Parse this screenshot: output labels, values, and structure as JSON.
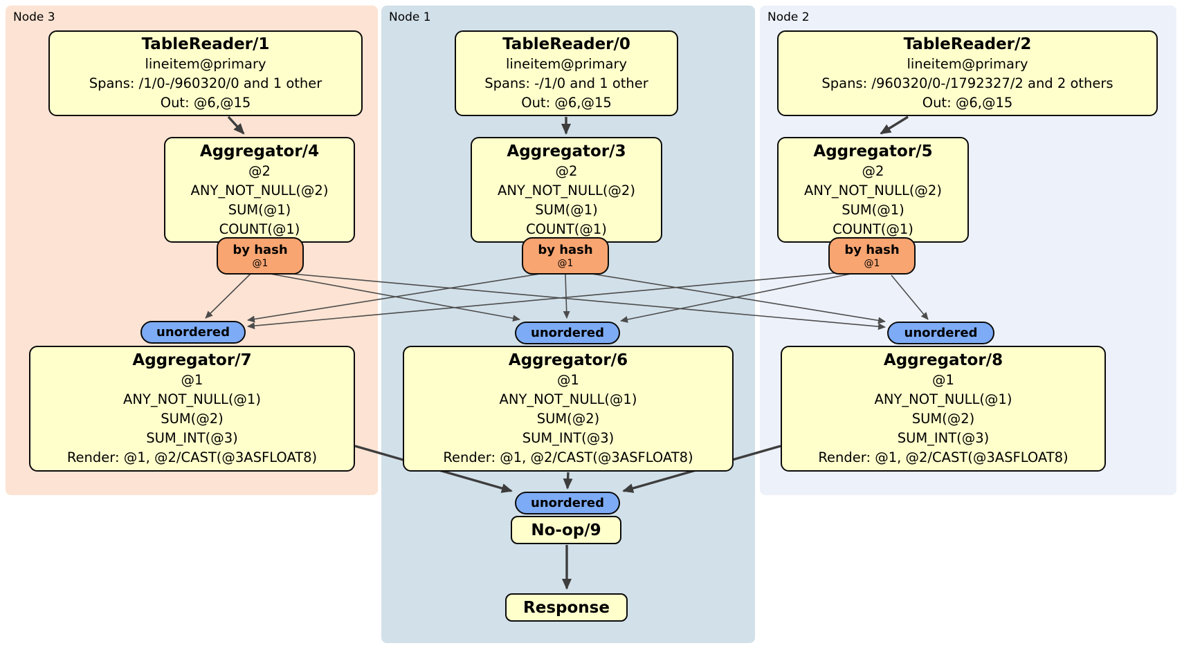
{
  "diagram": {
    "regions": [
      {
        "label": "Node 3"
      },
      {
        "label": "Node 1"
      },
      {
        "label": "Node 2"
      }
    ],
    "processors": {
      "tr1": {
        "title": "TableReader/1",
        "lines": [
          "lineitem@primary",
          "Spans: /1/0-/960320/0 and 1 other",
          "Out: @6,@15"
        ]
      },
      "tr0": {
        "title": "TableReader/0",
        "lines": [
          "lineitem@primary",
          "Spans: -/1/0 and 1 other",
          "Out: @6,@15"
        ]
      },
      "tr2": {
        "title": "TableReader/2",
        "lines": [
          "lineitem@primary",
          "Spans: /960320/0-/1792327/2 and 2 others",
          "Out: @6,@15"
        ]
      },
      "agg4": {
        "title": "Aggregator/4",
        "lines": [
          "@2",
          "ANY_NOT_NULL(@2)",
          "SUM(@1)",
          "COUNT(@1)"
        ]
      },
      "agg3": {
        "title": "Aggregator/3",
        "lines": [
          "@2",
          "ANY_NOT_NULL(@2)",
          "SUM(@1)",
          "COUNT(@1)"
        ]
      },
      "agg5": {
        "title": "Aggregator/5",
        "lines": [
          "@2",
          "ANY_NOT_NULL(@2)",
          "SUM(@1)",
          "COUNT(@1)"
        ]
      },
      "agg7": {
        "title": "Aggregator/7",
        "lines": [
          "@1",
          "ANY_NOT_NULL(@1)",
          "SUM(@2)",
          "SUM_INT(@3)",
          "Render: @1, @2/CAST(@3ASFLOAT8)"
        ]
      },
      "agg6": {
        "title": "Aggregator/6",
        "lines": [
          "@1",
          "ANY_NOT_NULL(@1)",
          "SUM(@2)",
          "SUM_INT(@3)",
          "Render: @1, @2/CAST(@3ASFLOAT8)"
        ]
      },
      "agg8": {
        "title": "Aggregator/8",
        "lines": [
          "@1",
          "ANY_NOT_NULL(@1)",
          "SUM(@2)",
          "SUM_INT(@3)",
          "Render: @1, @2/CAST(@3ASFLOAT8)"
        ]
      },
      "noop": {
        "title": "No-op/9"
      },
      "response": {
        "title": "Response"
      }
    },
    "routers": {
      "by_hash": {
        "label": "by hash",
        "detail": "@1"
      },
      "unordered": {
        "label": "unordered"
      }
    },
    "colors": {
      "node3_bg": "#fce3d3",
      "node1_bg": "#d2e0e9",
      "node2_bg": "#edf1fa",
      "processor_bg": "#ffffcc",
      "hash_router_bg": "#f8a571",
      "sync_bg": "#7dabf5",
      "edge": "#404040"
    }
  }
}
